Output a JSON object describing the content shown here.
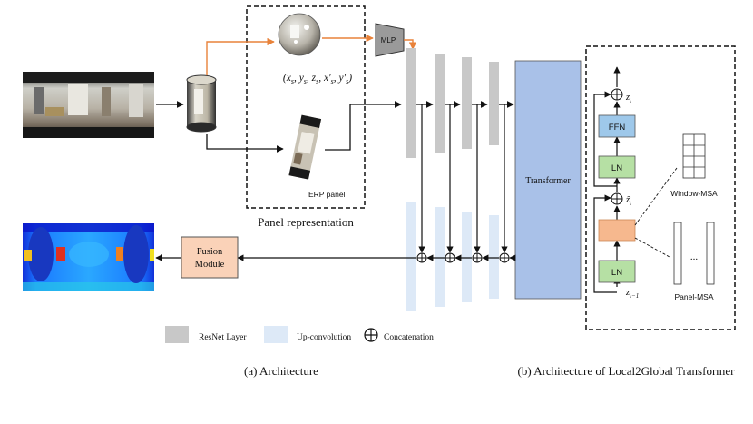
{
  "title_a": "(a) Architecture",
  "title_b": "(b) Architecture of Local2Global Transformer",
  "panel_group_label": "Panel representation",
  "sphere_coords": "(x_s, y_s, z_s, x'_s, y'_s)",
  "erp_panel_label": "ERP panel",
  "mlp_label": "MLP",
  "transformer_label": "Transformer",
  "fusion_label_line1": "Fusion",
  "fusion_label_line2": "Module",
  "legend": {
    "resnet": "ResNet Layer",
    "upconv": "Up-convolution",
    "concat": "Concatenation"
  },
  "block": {
    "z_out": "z_l",
    "z_mid": "ẑ_l",
    "z_in": "z_{l-1}",
    "ffn": "FFN",
    "ln_top": "LN",
    "ln_bottom": "LN",
    "window_msa": "Window-MSA",
    "panel_msa": "Panel-MSA",
    "dots": "..."
  },
  "colors": {
    "orange_arrow": "#e8823a",
    "ffn_fill": "#9ec8ea",
    "ln_fill": "#b6e0a4",
    "msa_fill": "#f6b88e",
    "transformer_fill": "#a9c1e8",
    "resnet_fill": "#c8c8c8",
    "upconv_fill": "#dde9f7",
    "fusion_fill": "#fad2b8"
  }
}
